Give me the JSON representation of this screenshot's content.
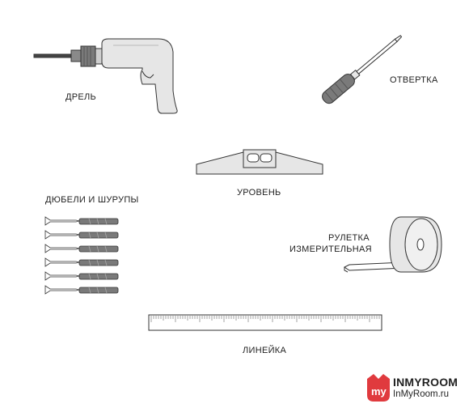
{
  "labels": {
    "drill": "ДРЕЛЬ",
    "screwdriver": "ОТВЕРТКА",
    "level": "УРОВЕНЬ",
    "dowels": "ДЮБЕЛИ И ШУРУПЫ",
    "tape_line1": "РУЛЕТКА",
    "tape_line2": "ИЗМЕРИТЕЛЬНАЯ",
    "ruler": "ЛИНЕЙКА"
  },
  "brand": {
    "logo_text": "my",
    "name": "INMYROOM",
    "url": "InMyRoom.ru"
  },
  "colors": {
    "outline": "#333333",
    "light_fill": "#e6e6e6",
    "dark_fill": "#7a7a7a",
    "brand_red": "#e03a3e"
  }
}
